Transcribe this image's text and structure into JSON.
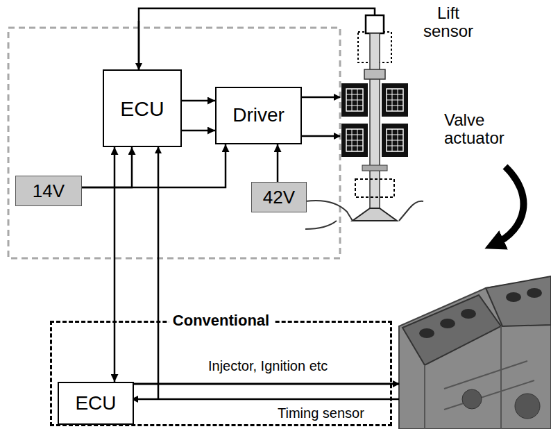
{
  "diagram": {
    "nodes": [
      {
        "text": [
          "ECU"
        ]
      },
      {
        "text": [
          "Driver"
        ]
      },
      {
        "text": [
          "14V"
        ]
      },
      {
        "text": [
          "42V"
        ]
      },
      {
        "text": [
          "Conventional"
        ]
      },
      {
        "text": [
          "ECU"
        ],
        "in": 4
      }
    ],
    "edges": [
      {
        "from": 0,
        "to": 1,
        "arrow": "to"
      },
      {
        "from": 0,
        "to": 1,
        "arrow": "to"
      },
      {
        "from": 2,
        "to": 0,
        "arrow": "to"
      },
      {
        "from": 2,
        "to": 1,
        "arrow": "to"
      },
      {
        "from": 3,
        "to": 1,
        "arrow": "to"
      },
      {
        "from": 0,
        "to": 5,
        "arrow": "both"
      }
    ],
    "labels": [
      "Lift sensor",
      "Valve actuator",
      "Injector, Ignition etc",
      "Timing sensor"
    ]
  }
}
